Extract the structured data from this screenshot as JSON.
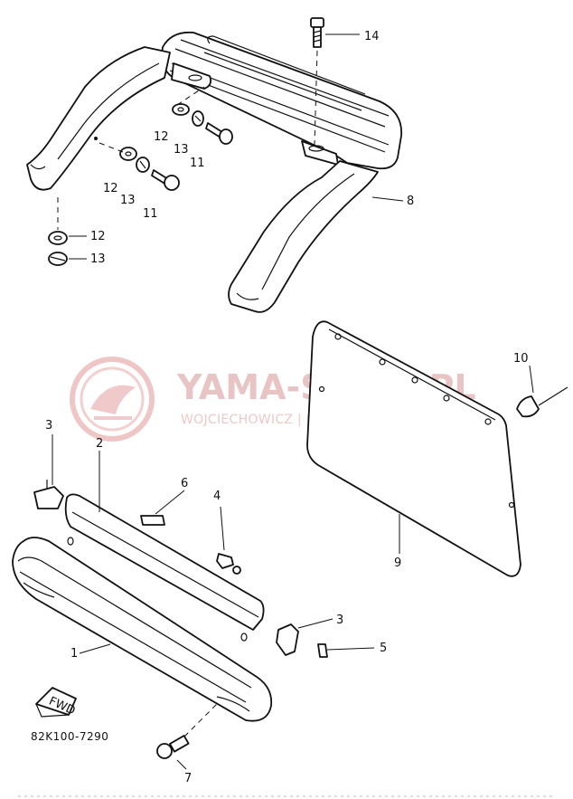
{
  "watermark": {
    "title": "YAMA-SKLEP.PL",
    "subtitle": "WOJCIECHOWICZ | DEALER YAMAHA"
  },
  "callouts": [
    "14",
    "12",
    "13",
    "11",
    "12",
    "13",
    "11",
    "12",
    "13",
    "8",
    "10",
    "9",
    "3",
    "2",
    "6",
    "4",
    "3",
    "5",
    "1",
    "7"
  ],
  "fwd_label": "FWD",
  "diagram_code": "82K100-7290"
}
